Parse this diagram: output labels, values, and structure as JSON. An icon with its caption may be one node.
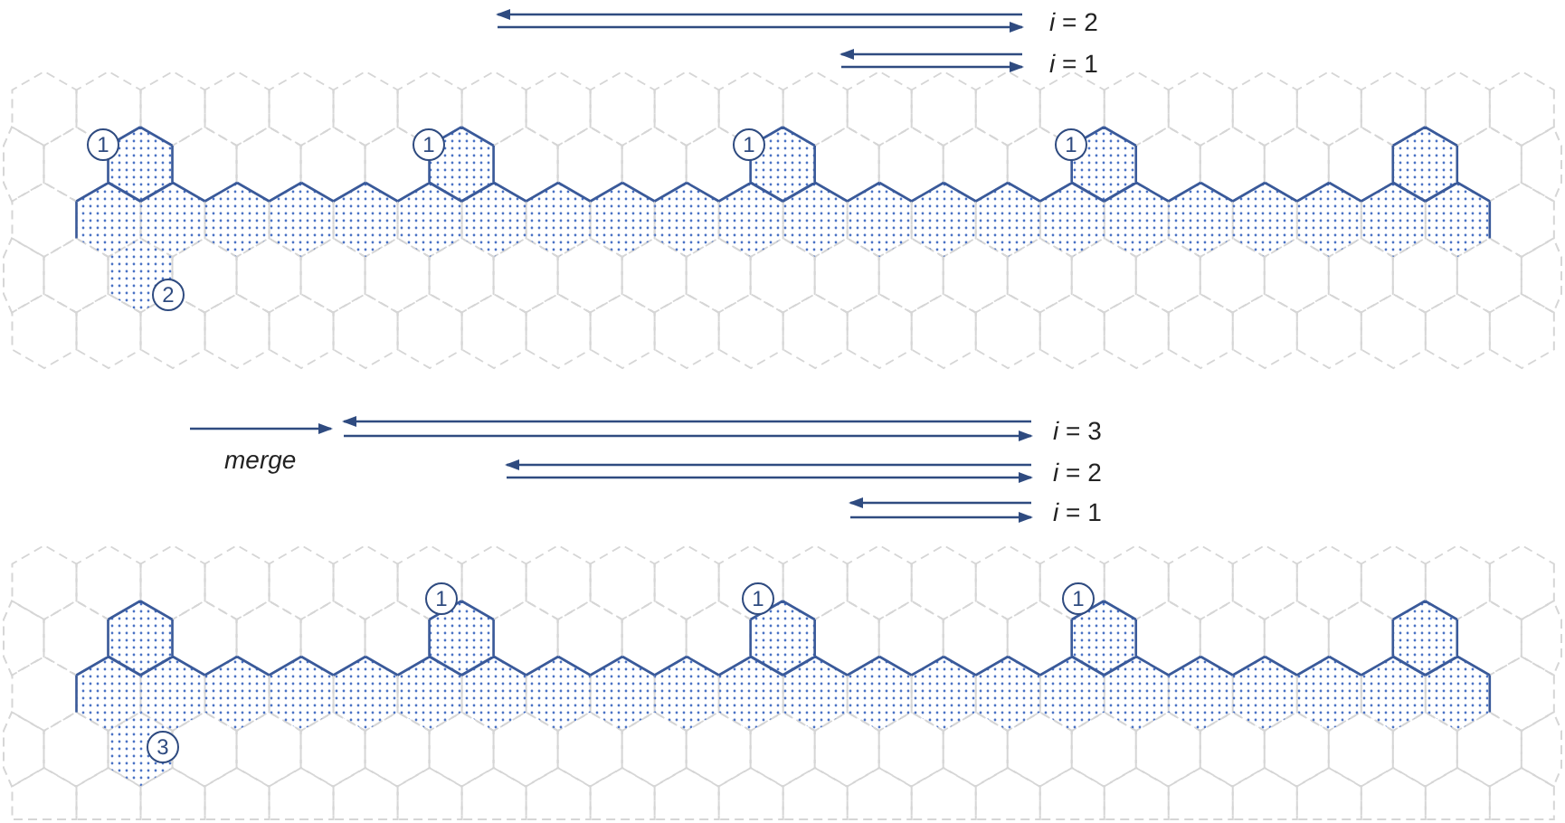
{
  "diagram": {
    "labels": [
      "*i* = 2",
      "*i* = 1",
      "1",
      "1",
      "1",
      "1",
      "2",
      "*merge*",
      "*i* = 3",
      "*i* = 2",
      "*i* = 1",
      "1",
      "1",
      "1",
      "3"
    ]
  }
}
